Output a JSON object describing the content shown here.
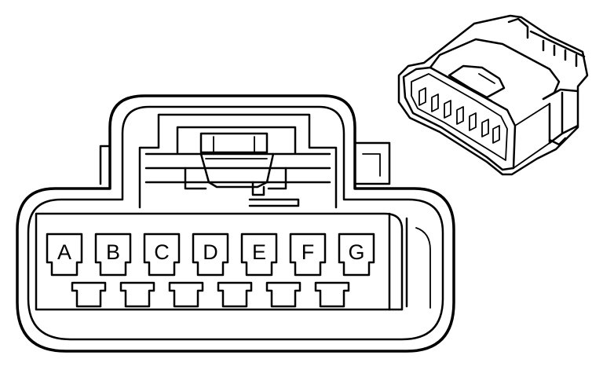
{
  "pin_labels": [
    "A",
    "B",
    "C",
    "D",
    "E",
    "F",
    "G"
  ]
}
